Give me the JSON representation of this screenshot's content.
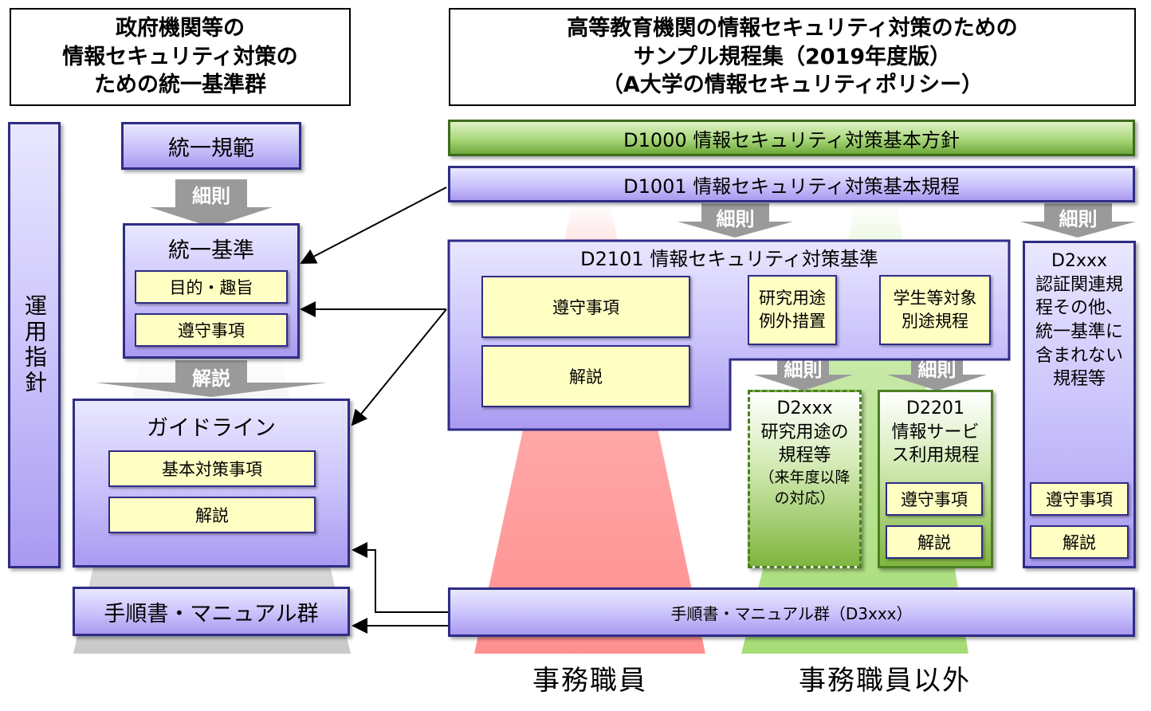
{
  "left_title": [
    "政府機関等の",
    "情報セキュリティ対策の",
    "ための統一基準群"
  ],
  "right_title": [
    "高等教育機関の情報セキュリティ対策のための",
    "サンプル規程集（2019年度版）",
    "（A大学の情報セキュリティポリシー）"
  ],
  "left": {
    "unyo": "運用指針",
    "tooitsu_kihan": "統一規範",
    "saisoku": "細則",
    "tooitsu_kijun": "統一基準",
    "mokuteki": "目的・趣旨",
    "junshu": "遵守事項",
    "kaisetsu_arrow": "解説",
    "guideline": "ガイドライン",
    "kihon_taisaku": "基本対策事項",
    "kaisetsu": "解説",
    "manual": "手順書・マニュアル群"
  },
  "right": {
    "d1000": "D1000 情報セキュリティ対策基本方針",
    "d1001": "D1001 情報セキュリティ対策基本規程",
    "saisoku": "細則",
    "d2101": "D2101 情報セキュリティ対策基準",
    "junshu": "遵守事項",
    "kaisetsu": "解説",
    "kenkyu_reigai": [
      "研究用途",
      "例外措置"
    ],
    "gakusei": [
      "学生等対象",
      "別途規程"
    ],
    "d2xxx_kenkyu": [
      "D2xxx",
      "研究用途の",
      "規程等"
    ],
    "d2xxx_note": [
      "（来年度以降",
      "の対応）"
    ],
    "d2201": [
      "D2201",
      "情報サービ",
      "ス利用規程"
    ],
    "d2xxx_other": [
      "D2xxx",
      "認証関連規",
      "程その他、",
      "統一基準に",
      "含まれない",
      "規程等"
    ],
    "manual": "手順書・マニュアル群（D3xxx）",
    "jimu": "事務職員",
    "jimu_igai": "事務職員以外"
  },
  "colors": {
    "purple_border": "#2f2c86",
    "green_border": "#3e6b1e",
    "red_cone": "#ff9c9c",
    "green_cone": "#b7e38f",
    "grey_arrow": "#9a9a9a",
    "yellow_box": "#ffffc4"
  }
}
